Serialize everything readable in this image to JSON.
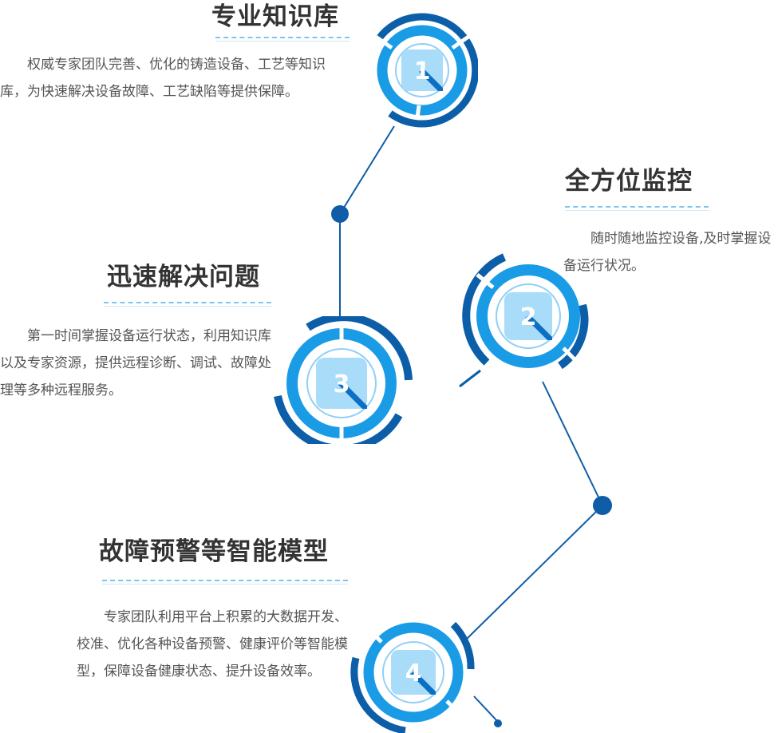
{
  "nodes": [
    {
      "number": "1",
      "title": "专业知识库",
      "description": "权威专家团队完善、优化的铸造设备、工艺等知识库，为快速解决设备故障、工艺缺陷等提供保障。"
    },
    {
      "number": "2",
      "title": "全方位监控",
      "description": "随时随地监控设备,及时掌握设备运行状况。"
    },
    {
      "number": "3",
      "title": "迅速解决问题",
      "description": "第一时间掌握设备运行状态，利用知识库以及专家资源，提供远程诊断、调试、故障处理等多种远程服务。"
    },
    {
      "number": "4",
      "title": "故障预警等智能模型",
      "description": "专家团队利用平台上积累的大数据开发、校准、优化各种设备预警、健康评价等智能模型，保障设备健康状态、提升设备效率。"
    }
  ],
  "colors": {
    "dark_blue": "#0d5ea8",
    "mid_blue": "#1a9be6",
    "light_blue": "#8fd0f7",
    "badge_bg": "#a9dcf9",
    "badge_shadow": "#0b6fc4",
    "connector": "#0f5da6"
  }
}
